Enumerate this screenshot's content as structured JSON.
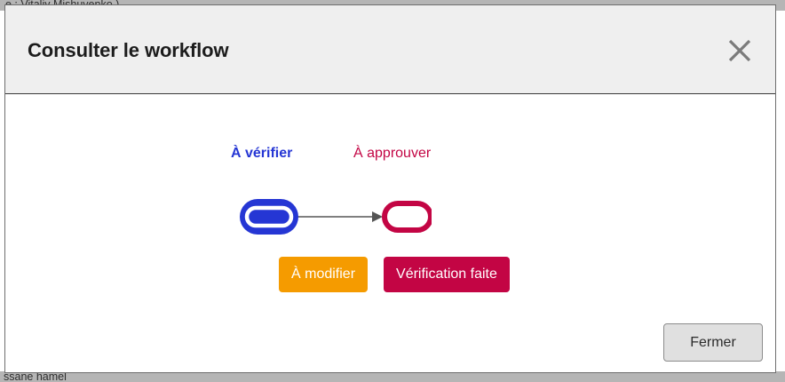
{
  "backdrop": {
    "top_text": "e : Vitaliy Mishuyenko )",
    "bottom_text": "ssane hamel"
  },
  "modal": {
    "title": "Consulter le workflow",
    "close_icon": "close-icon",
    "workflow": {
      "states": [
        {
          "label": "À vérifier",
          "color": "#2536d4",
          "style": "current",
          "shape": "rounded-pill"
        },
        {
          "label": "À approuver",
          "color": "#c30544",
          "style": "pending",
          "shape": "rounded-pill"
        }
      ],
      "connector": {
        "type": "arrow",
        "color": "#555555"
      }
    },
    "actions": [
      {
        "label": "À modifier",
        "color": "#f59b00"
      },
      {
        "label": "Vérification faite",
        "color": "#c30544"
      }
    ],
    "footer": {
      "close_label": "Fermer"
    }
  }
}
